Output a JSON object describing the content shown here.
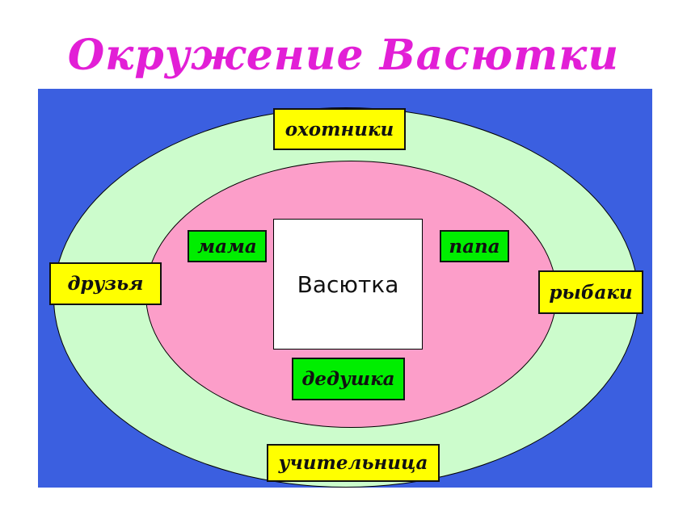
{
  "title": "Окружение Васютки",
  "center_label": "Васютка",
  "outer_ring": {
    "top": "охотники",
    "left": "друзья",
    "right": "рыбаки",
    "bottom": "учительница"
  },
  "inner_ring": {
    "left": "мама",
    "right": "папа",
    "bottom": "дедушка"
  },
  "colors": {
    "title": "#e21fd6",
    "background_panel": "#3b5fe0",
    "outer_ellipse": "#ccfccc",
    "inner_ellipse": "#fc9ec9",
    "outer_labels": "#ffff00",
    "inner_labels": "#00ee00"
  }
}
